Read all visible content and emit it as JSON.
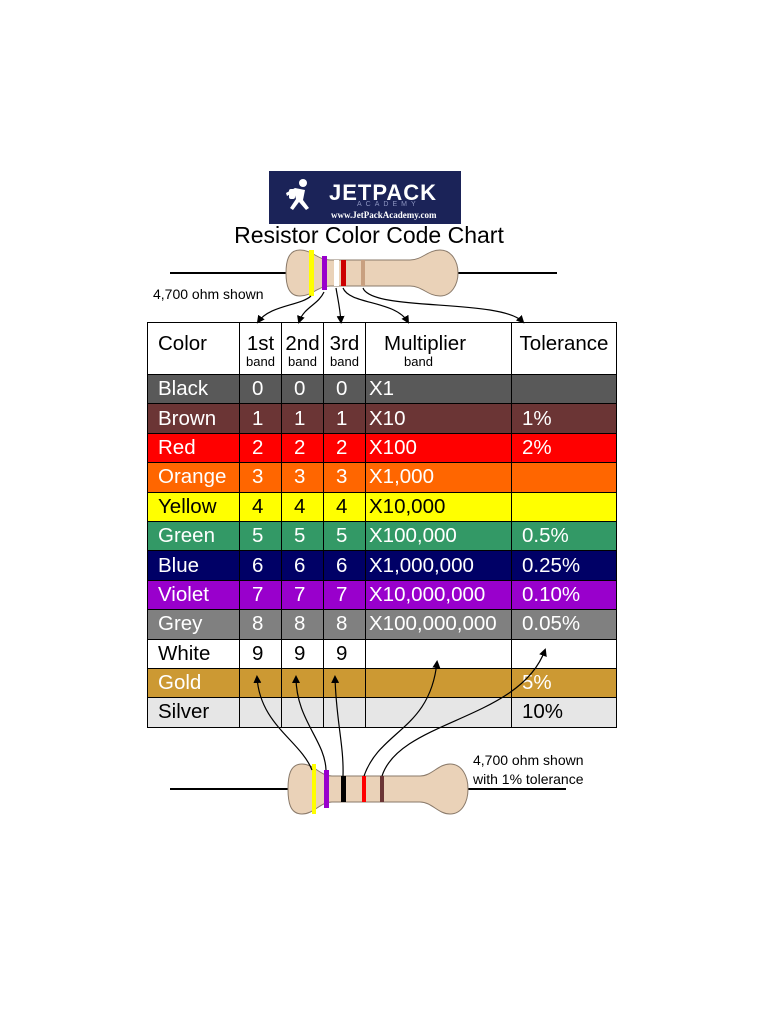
{
  "logo": {
    "wordmark": "JETPACK",
    "subtext": "ACADEMY",
    "url": "www.JetPackAcademy.com"
  },
  "title": "Resistor Color Code Chart",
  "labels": {
    "top_resistor": "4,700 ohm shown",
    "bottom_resistor_line1": "4,700 ohm shown",
    "bottom_resistor_line2": "with 1% tolerance"
  },
  "headers": {
    "color": "Color",
    "first": "1st",
    "first_sub": "band",
    "second": "2nd",
    "second_sub": "band",
    "third": "3rd",
    "third_sub": "band",
    "multiplier": "Multiplier",
    "multiplier_sub": "band",
    "tolerance": "Tolerance"
  },
  "rows": [
    {
      "color": "Black",
      "b1": "0",
      "b2": "0",
      "b3": "0",
      "mult": "X1",
      "tol": "",
      "bg": "#595959",
      "fg": "#ffffff"
    },
    {
      "color": "Brown",
      "b1": "1",
      "b2": "1",
      "b3": "1",
      "mult": "X10",
      "tol": "1%",
      "bg": "#6b3535",
      "fg": "#ffffff"
    },
    {
      "color": "Red",
      "b1": "2",
      "b2": "2",
      "b3": "2",
      "mult": "X100",
      "tol": "2%",
      "bg": "#ff0000",
      "fg": "#ffffff"
    },
    {
      "color": "Orange",
      "b1": "3",
      "b2": "3",
      "b3": "3",
      "mult": "X1,000",
      "tol": "",
      "bg": "#ff6600",
      "fg": "#ffffff"
    },
    {
      "color": "Yellow",
      "b1": "4",
      "b2": "4",
      "b3": "4",
      "mult": "X10,000",
      "tol": "",
      "bg": "#ffff00",
      "fg": "#000000"
    },
    {
      "color": "Green",
      "b1": "5",
      "b2": "5",
      "b3": "5",
      "mult": "X100,000",
      "tol": "0.5%",
      "bg": "#339966",
      "fg": "#ffffff"
    },
    {
      "color": "Blue",
      "b1": "6",
      "b2": "6",
      "b3": "6",
      "mult": "X1,000,000",
      "tol": "0.25%",
      "bg": "#000066",
      "fg": "#ffffff"
    },
    {
      "color": "Violet",
      "b1": "7",
      "b2": "7",
      "b3": "7",
      "mult": "X10,000,000",
      "tol": "0.10%",
      "bg": "#9900cc",
      "fg": "#ffffff"
    },
    {
      "color": "Grey",
      "b1": "8",
      "b2": "8",
      "b3": "8",
      "mult": "X100,000,000",
      "tol": "0.05%",
      "bg": "#808080",
      "fg": "#ffffff"
    },
    {
      "color": "White",
      "b1": "9",
      "b2": "9",
      "b3": "9",
      "mult": "",
      "tol": "",
      "bg": "#ffffff",
      "fg": "#000000"
    },
    {
      "color": "Gold",
      "b1": "",
      "b2": "",
      "b3": "",
      "mult": "",
      "tol": "5%",
      "bg": "#cc9933",
      "fg": "#ffffff"
    },
    {
      "color": "Silver",
      "b1": "",
      "b2": "",
      "b3": "",
      "mult": "",
      "tol": "10%",
      "bg": "#e6e6e6",
      "fg": "#000000"
    }
  ],
  "resistor_colors": {
    "body": "#ead2b8",
    "body_stroke": "#8a7a6a",
    "lead": "#000000",
    "top_bands": [
      "#ffff00",
      "#9900cc",
      "#ffffff",
      "#cc0000",
      "#c8a080"
    ],
    "bottom_bands": [
      "#ffff00",
      "#9900cc",
      "#000000",
      "#ff0000",
      "#6b3535"
    ]
  }
}
